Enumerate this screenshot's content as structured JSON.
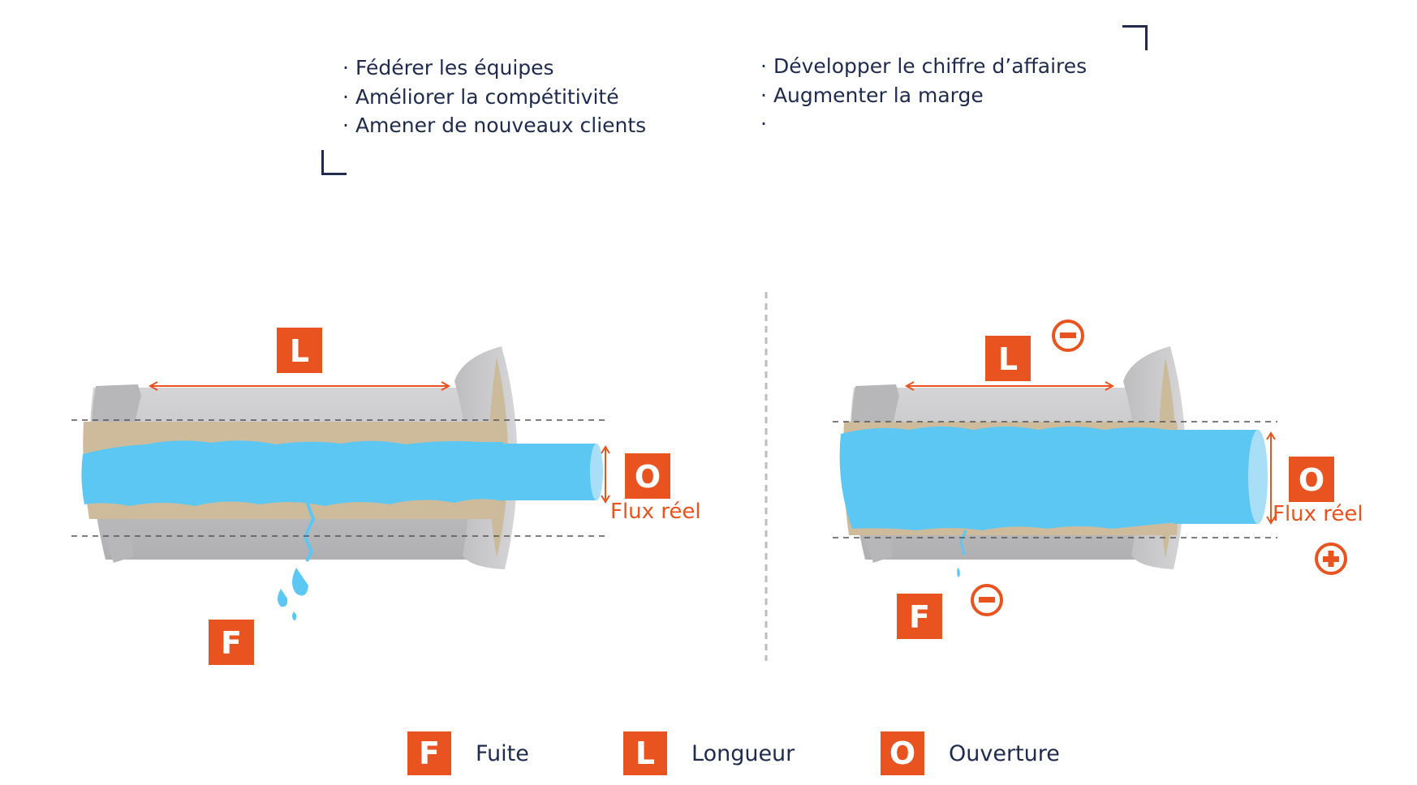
{
  "bullets_left": [
    "Fédérer les équipes",
    "Améliorer la compétitivité",
    "Amener de nouveaux clients"
  ],
  "bullets_right": [
    "Développer le chiffre d’affaires",
    "Augmenter la marge",
    ""
  ],
  "bullet_char": "·",
  "diagram": {
    "letter_f": "F",
    "letter_l": "L",
    "letter_o": "O",
    "flux_label_left": "Flux réel",
    "flux_label_right": "Flux réel"
  },
  "legend": [
    {
      "letter": "F",
      "label": "Fuite"
    },
    {
      "letter": "L",
      "label": "Longueur"
    },
    {
      "letter": "O",
      "label": "Ouverture"
    }
  ],
  "colors": {
    "accent": "#e8531f",
    "navy": "#1f2a4d",
    "water": "#5cc7f2",
    "deposit": "#cdbb9c",
    "pipe": "#c4c4c6"
  }
}
